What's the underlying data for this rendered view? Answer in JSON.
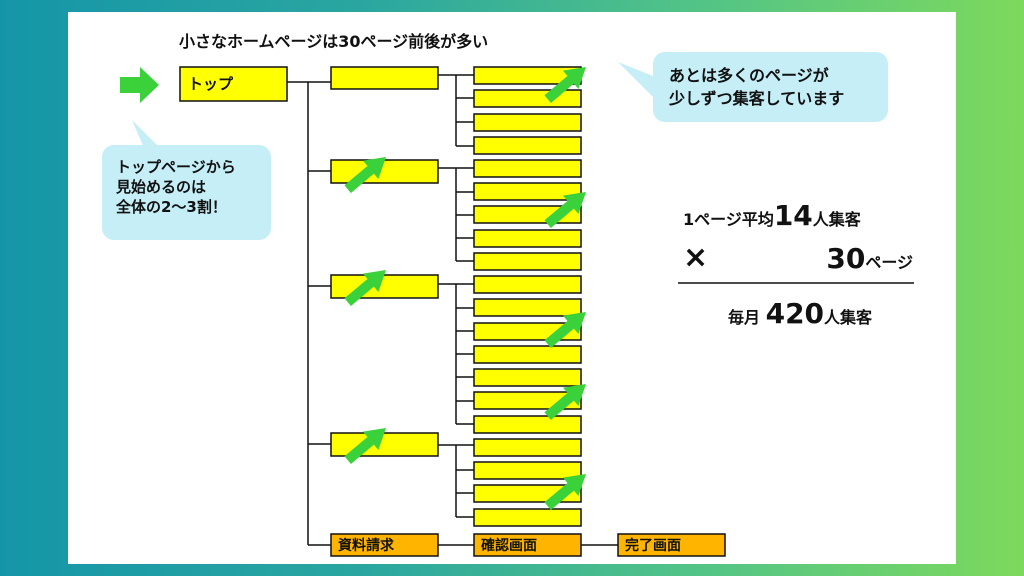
{
  "heading": "小さなホームページは30ページ前後が多い",
  "top_box": "トップ",
  "bubble_top": [
    "トップページから",
    "見始めるのは",
    "全体の2〜3割！"
  ],
  "bubble_right": [
    "あとは多くのページが",
    "少しずつ集客しています"
  ],
  "flow": [
    "資料請求",
    "確認画面",
    "完了画面"
  ],
  "stats": {
    "line1_prefix": "1ページ平均",
    "line1_number": "14",
    "line1_suffix": "人集客",
    "times_symbol": "×",
    "line2_number": "30",
    "line2_suffix": "ページ",
    "line3_prefix": "毎月",
    "line3_number": "420",
    "line3_suffix": "人集客"
  },
  "colors": {
    "page_box": "#ffff00",
    "flow_box": "#ffb400",
    "arrow": "#3ad13a",
    "bubble": "#c5eef7"
  }
}
